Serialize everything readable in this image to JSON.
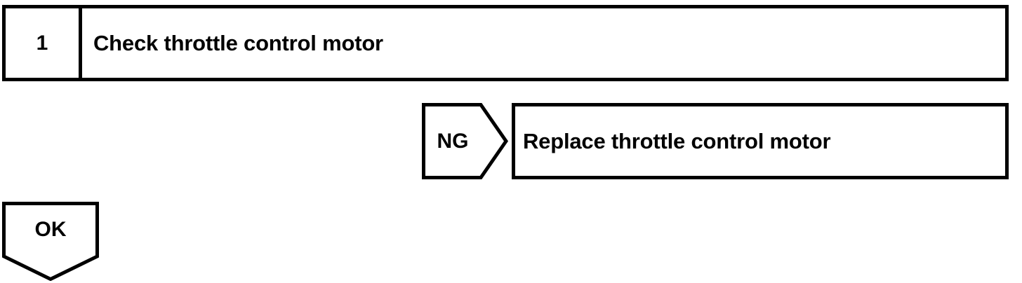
{
  "diagram": {
    "type": "troubleshooting-flow",
    "background_color": "#ffffff",
    "line_color": "#000000",
    "step": {
      "number": "1",
      "description": "Check throttle control motor"
    },
    "branches": [
      {
        "tag": "NG",
        "shape": "right-pointing-pentagon",
        "result": "Replace throttle control motor"
      },
      {
        "tag": "OK",
        "shape": "down-pointing-pentagon",
        "result": ""
      }
    ]
  }
}
